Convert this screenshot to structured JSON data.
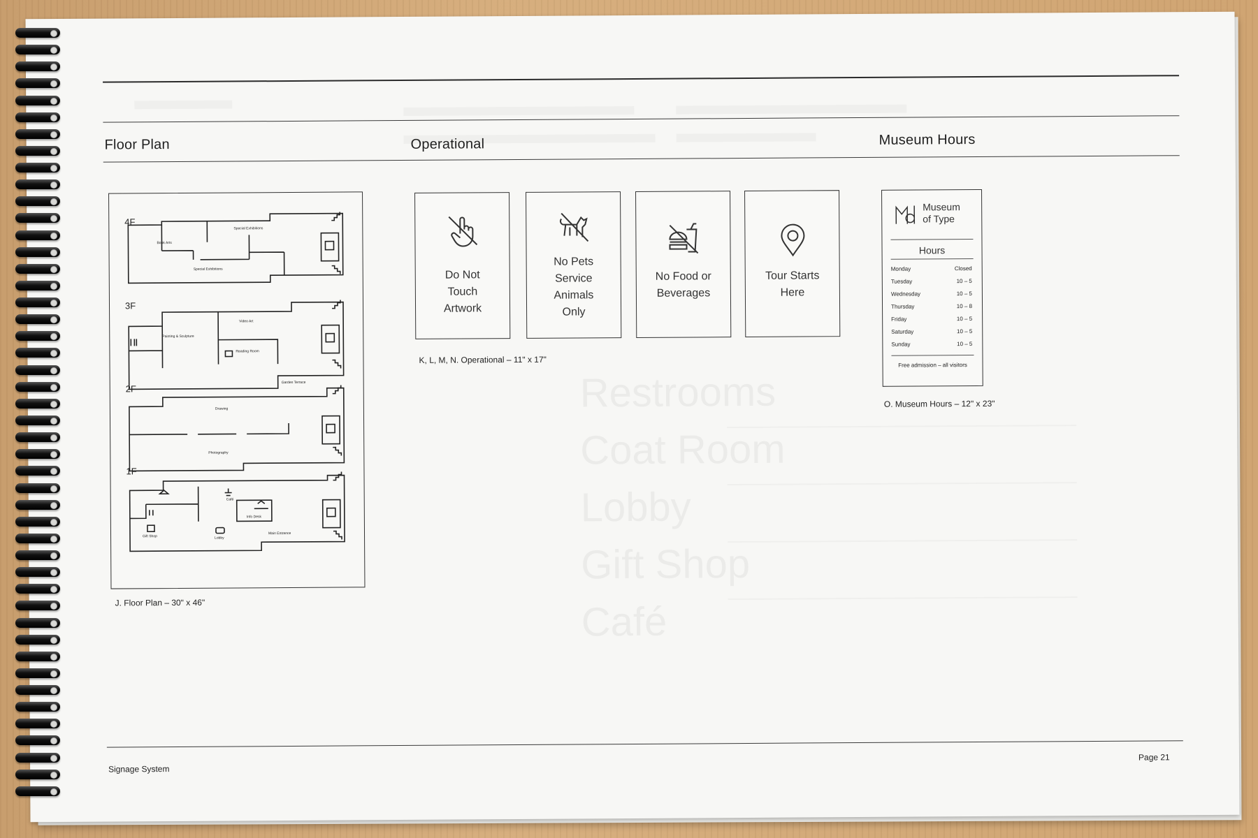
{
  "headings": {
    "floor_plan": "Floor Plan",
    "operational": "Operational",
    "museum_hours": "Museum Hours"
  },
  "floor_plan": {
    "caption": "J. Floor Plan – 30\" x 46\"",
    "floors": [
      {
        "label": "4F",
        "rooms": [
          "Book Arts",
          "Special Exhibitions",
          "Special Exhibitions"
        ]
      },
      {
        "label": "3F",
        "rooms": [
          "Painting & Sculpture",
          "Video Art",
          "Reading Room",
          "Garden Terrace"
        ]
      },
      {
        "label": "2F",
        "rooms": [
          "Drawing",
          "Photography"
        ]
      },
      {
        "label": "1F",
        "rooms": [
          "Café",
          "Info Desk",
          "Gift Shop",
          "Lobby",
          "Main Entrance"
        ]
      }
    ]
  },
  "operational": {
    "caption": "K, L, M, N. Operational – 11\" x 17\"",
    "signs": [
      {
        "icon": "no-touch-icon",
        "label": "Do Not\nTouch\nArtwork"
      },
      {
        "icon": "no-pets-icon",
        "label": "No Pets\nService\nAnimals\nOnly"
      },
      {
        "icon": "no-food-icon",
        "label": "No Food or\nBeverages"
      },
      {
        "icon": "location-pin-icon",
        "label": "Tour Starts\nHere"
      }
    ]
  },
  "museum_hours": {
    "caption": "O. Museum Hours – 12\" x 23\"",
    "logo_text": "Museum\nof Type",
    "title": "Hours",
    "rows": [
      {
        "day": "Monday",
        "time": "Closed"
      },
      {
        "day": "Tuesday",
        "time": "10 – 5"
      },
      {
        "day": "Wednesday",
        "time": "10 – 5"
      },
      {
        "day": "Thursday",
        "time": "10 – 8"
      },
      {
        "day": "Friday",
        "time": "10 – 5"
      },
      {
        "day": "Saturday",
        "time": "10 – 5"
      },
      {
        "day": "Sunday",
        "time": "10 – 5"
      }
    ],
    "footer": "Free admission – all visitors"
  },
  "footer": {
    "left": "Signage System",
    "right": "Page 21"
  },
  "colors": {
    "ink": "#2b2b2b",
    "paper": "#f7f7f5",
    "wood": "#d6ad7c"
  }
}
